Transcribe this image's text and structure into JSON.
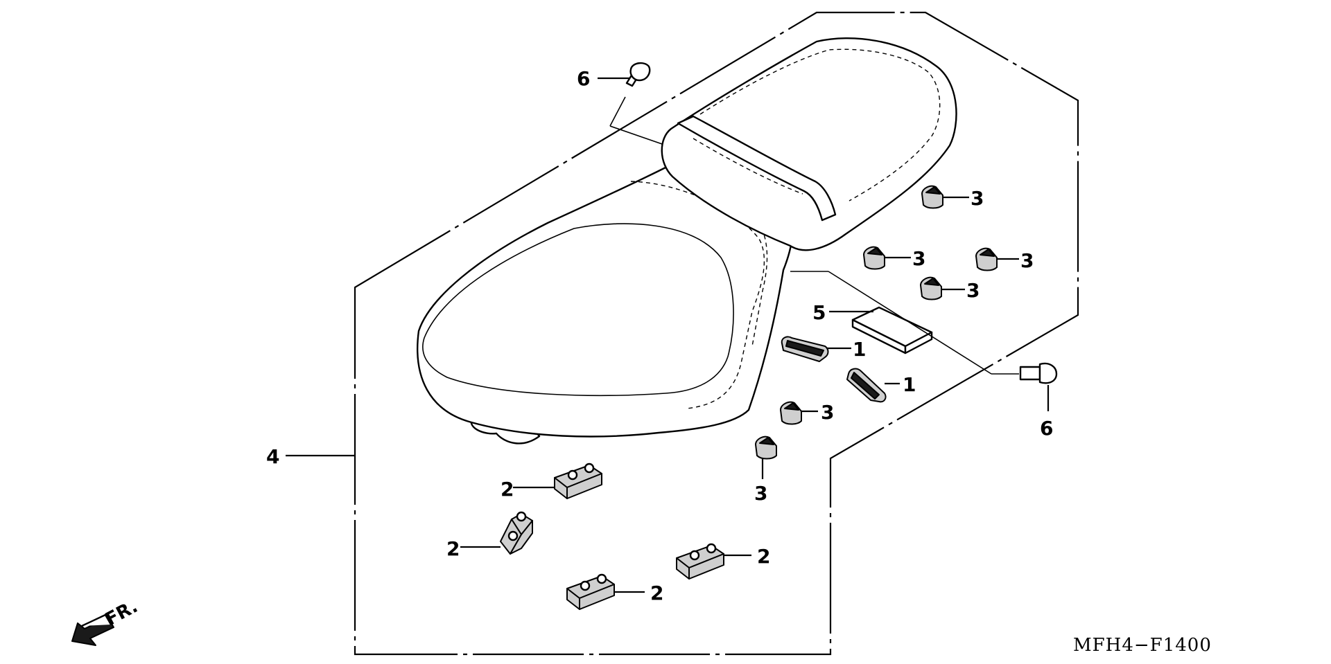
{
  "diagram": {
    "figure_code": "MFH4−F1400",
    "direction_label": "FR.",
    "callouts": {
      "c1a": "1",
      "c1b": "1",
      "c2a": "2",
      "c2b": "2",
      "c2c": "2",
      "c2d": "2",
      "c3a": "3",
      "c3b": "3",
      "c3c": "3",
      "c3d": "3",
      "c3e": "3",
      "c3f": "3",
      "c4": "4",
      "c5": "5",
      "c6a": "6",
      "c6b": "6"
    }
  }
}
